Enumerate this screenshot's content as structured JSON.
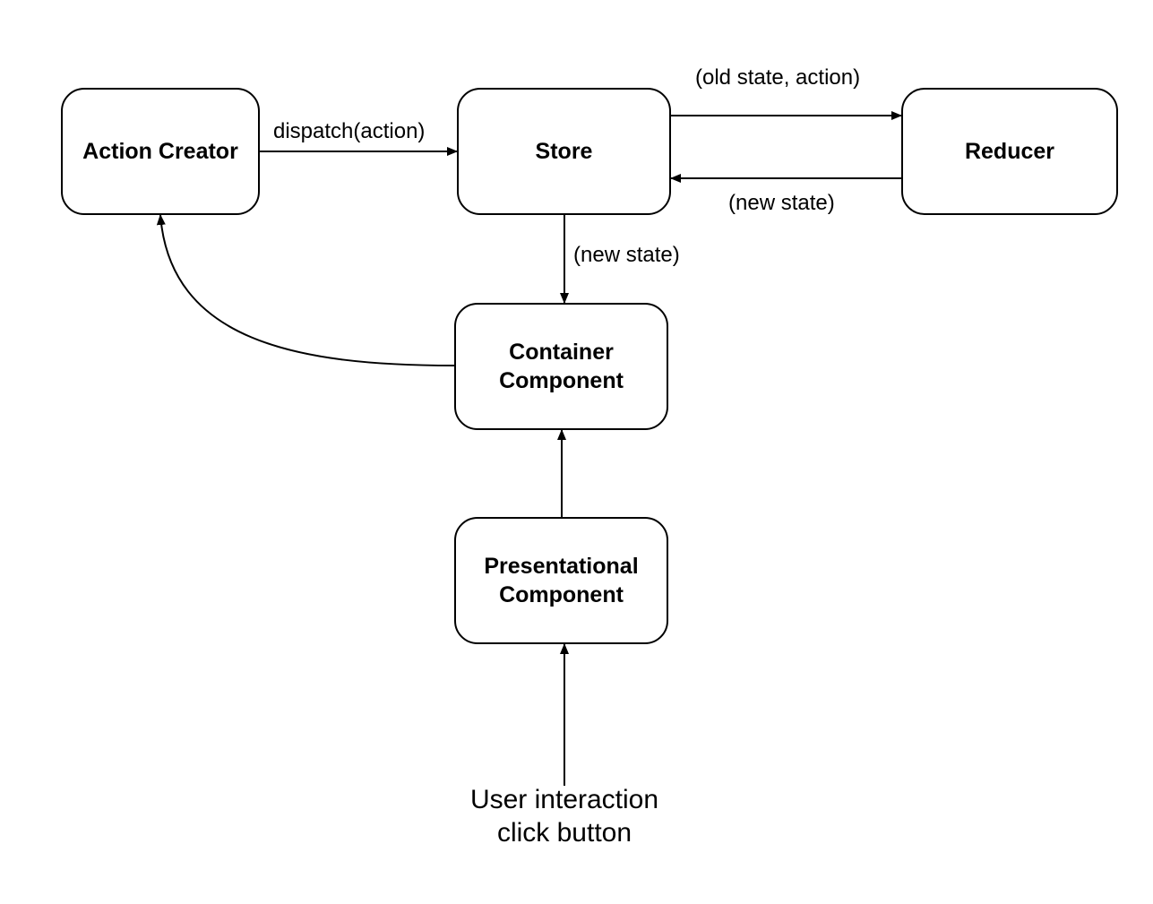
{
  "nodes": {
    "action_creator": "Action Creator",
    "store": "Store",
    "reducer": "Reducer",
    "container": {
      "line1": "Container",
      "line2": "Component"
    },
    "presentational": {
      "line1": "Presentational",
      "line2": "Component"
    }
  },
  "edges": {
    "dispatch": "dispatch(action)",
    "to_reducer": "(old state, action)",
    "from_reducer": "(new state)",
    "store_to_container": "(new state)"
  },
  "user": {
    "line1": "User interaction",
    "line2": "click button"
  },
  "colors": {
    "stroke": "#000000",
    "background": "#ffffff"
  }
}
